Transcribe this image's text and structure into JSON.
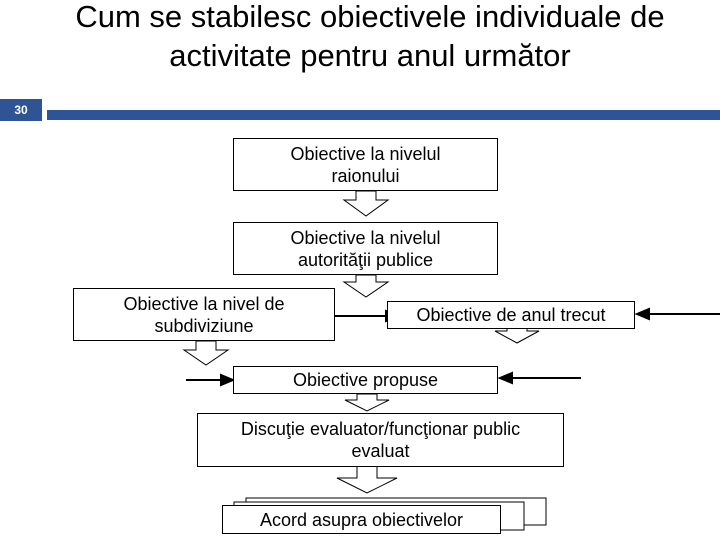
{
  "slide": {
    "number": "30",
    "title": "Cum se stabilesc obiectivele individuale de activitate pentru anul următor",
    "accent_color": "#2f5496"
  },
  "diagram": {
    "boxes": {
      "raion": "Obiective la nivelul raionului",
      "autoritate": "Obiective la nivelul autorităţii publice",
      "subdiviziune": "Obiective la nivel de subdiviziune",
      "anul_trecut": "Obiective de anul trecut",
      "propuse": "Obiective propuse",
      "discutie": "Discuţie evaluator/funcţionar public evaluat",
      "acord": "Acord asupra obiectivelor"
    }
  }
}
